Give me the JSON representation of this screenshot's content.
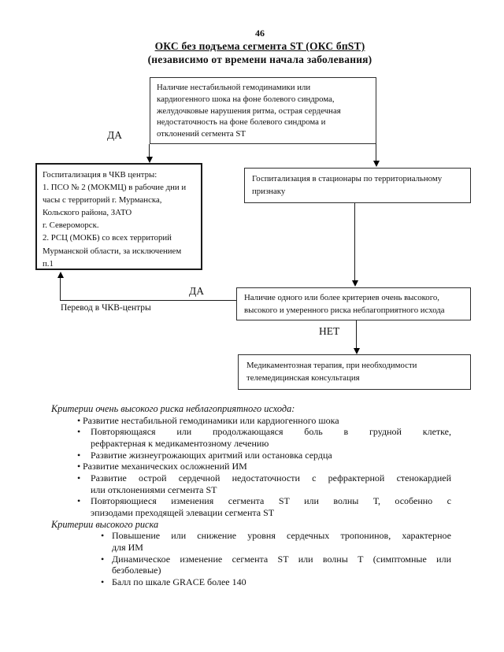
{
  "page": {
    "number": "46"
  },
  "title": {
    "line1": "ОКС без подъема сегмента ST (ОКС бпST)",
    "line2": "(независимо от времени начала заболевания)"
  },
  "flowchart": {
    "top_box": "Наличие нестабильной гемодинамики или\nкардиогенного шока на фоне болевого синдрома,\nжелудочковые нарушения ритма, острая сердечная\nнедостаточность на фоне болевого синдрома и\nотклонений сегмента ST",
    "left_box": "Госпитализация в ЧКВ центры:\n1. ПСО № 2 (МОКМЦ) в рабочие дни и\nчасы с территорий г. Мурманска,\nКольского района, ЗАТО\nг. Североморск.\n2. РСЦ (МОКБ) со всех территорий\nМурманской области, за исключением\nп.1",
    "right_box": "Госпитализация в стационары по территориальному\nпризнаку",
    "middle_box": "Наличие одного или более критериев очень высокого,\nвысокого и умеренного риска неблагоприятного исхода",
    "bottom_box": "Медикаментозная терапия, при необходимости\nтелемедицинская консультация",
    "labels": {
      "da_top": "ДА",
      "da_middle": "ДА",
      "net": "НЕТ",
      "transfer": "Перевод в ЧКВ-центры"
    }
  },
  "criteria_sections": [
    {
      "header": "Критерии очень высокого риска неблагоприятного исхода:",
      "items": [
        {
          "tight": true,
          "lines": [
            "Развитие нестабильной гемодинамики или кардиогенного шока"
          ]
        },
        {
          "lines": [
            "Повторяющаяся или продолжающаяся боль в грудной клетке,",
            "рефрактерная к медикаментозному лечению"
          ]
        },
        {
          "lines": [
            "Развитие жизнеугрожающих аритмий или остановка сердца"
          ]
        },
        {
          "tight": true,
          "lines": [
            "Развитие механических осложнений ИМ"
          ]
        },
        {
          "lines": [
            "Развитие острой сердечной недостаточности с рефрактерной стенокардией",
            "или отклонениями сегмента ST"
          ]
        },
        {
          "lines": [
            "Повторяющиеся изменения сегмента ST или волны Т, особенно с",
            "эпизодами преходящей элевации сегмента ST"
          ]
        }
      ]
    },
    {
      "header": "Критерии высокого риска",
      "items": [
        {
          "lines": [
            "Повышение или снижение уровня сердечных тропонинов, характерное",
            "для ИМ"
          ]
        },
        {
          "lines": [
            "Динамическое изменение сегмента ST или волны Т (симптомные или",
            "безболевые)"
          ]
        },
        {
          "lines": [
            "Балл по шкале GRACE более 140"
          ]
        }
      ]
    }
  ],
  "colors": {
    "ink": "#111111",
    "line": "#1a1a1a"
  }
}
